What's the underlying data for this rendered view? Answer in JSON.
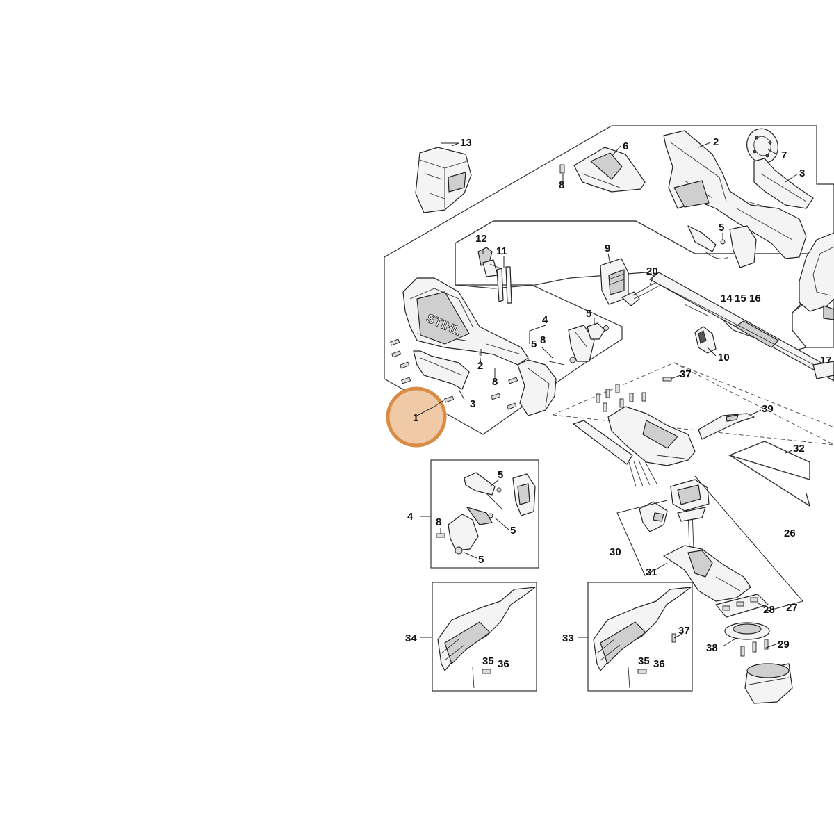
{
  "diagram": {
    "brand_text": "STIHL",
    "highlight": {
      "label": "1",
      "color": "#d98c45",
      "fill": "#f0c9a6"
    },
    "labels": {
      "l1": "1",
      "l2a": "2",
      "l2b": "2",
      "l3a": "3",
      "l3b": "3",
      "l4a": "4",
      "l4b": "4",
      "l5a": "5",
      "l5b": "5",
      "l5c": "5",
      "l5d": "5",
      "l5e": "5",
      "l5f": "5",
      "l6": "6",
      "l7": "7",
      "l8a": "8",
      "l8b": "8",
      "l8c": "8",
      "l8d": "8",
      "l9": "9",
      "l10": "10",
      "l11": "11",
      "l12": "12",
      "l13": "13",
      "l14": "14",
      "l15": "15",
      "l16": "16",
      "l17": "17",
      "l20": "20",
      "l26": "26",
      "l27": "27",
      "l28": "28",
      "l29": "29",
      "l30": "30",
      "l31": "31",
      "l32": "32",
      "l33": "33",
      "l34": "34",
      "l35a": "35",
      "l35b": "35",
      "l36a": "36",
      "l36b": "36",
      "l37a": "37",
      "l37b": "37",
      "l38": "38",
      "l39": "39"
    }
  }
}
